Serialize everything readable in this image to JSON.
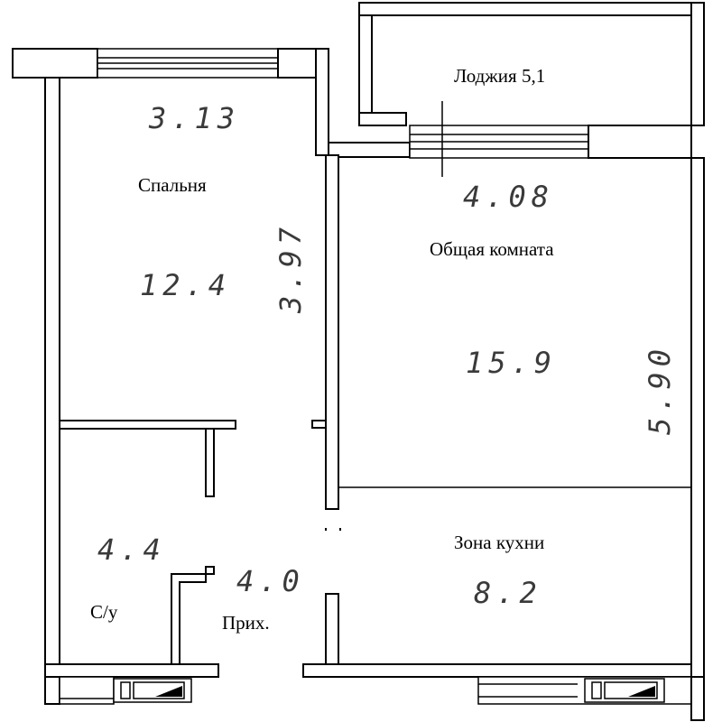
{
  "rooms": {
    "bedroom": {
      "name": "Спальня",
      "area": "12.4",
      "width": "3.13",
      "depth": "3.97"
    },
    "living": {
      "name": "Общая комната",
      "area": "15.9",
      "width": "4.08",
      "depth": "5.90"
    },
    "loggia": {
      "name": "Лоджия 5,1"
    },
    "kitchen": {
      "name": "Зона кухни",
      "area": "8.2"
    },
    "bathroom": {
      "name": "С/у",
      "area": "4.4"
    },
    "hall": {
      "name": "Прих.",
      "area": "4.0"
    }
  }
}
